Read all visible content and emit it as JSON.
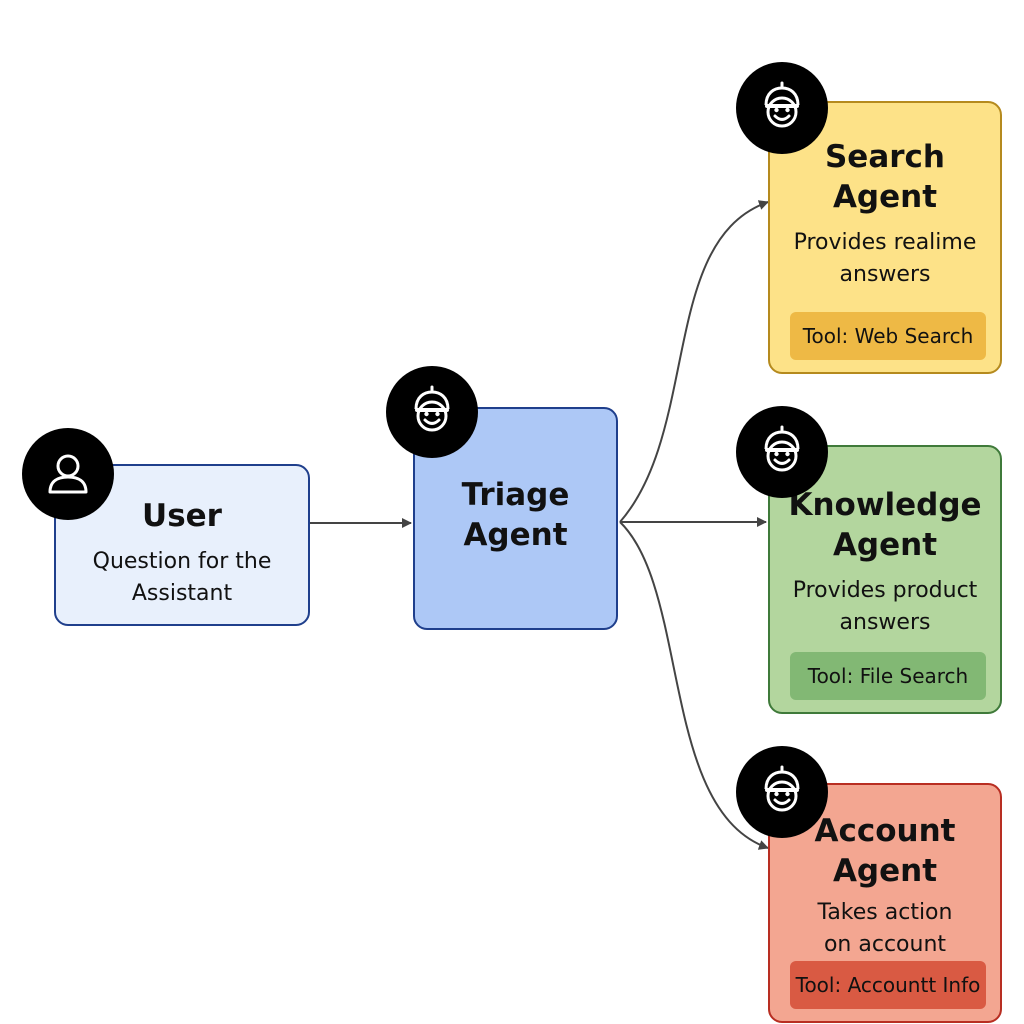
{
  "nodes": {
    "user": {
      "title": "User",
      "description": "Question for the\nAssistant",
      "icon": "user-icon"
    },
    "triage": {
      "title": "Triage\nAgent",
      "icon": "agent-robot-icon"
    },
    "search": {
      "title": "Search\nAgent",
      "description": "Provides realime\nanswers",
      "tool": "Tool: Web Search",
      "icon": "agent-robot-icon"
    },
    "knowledge": {
      "title": "Knowledge\nAgent",
      "description": "Provides product\nanswers",
      "tool": "Tool: File Search",
      "icon": "agent-robot-icon"
    },
    "account": {
      "title": "Account\nAgent",
      "description": "Takes action\non account",
      "tool": "Tool: Accountt Info",
      "icon": "agent-robot-icon"
    }
  },
  "colors": {
    "user_fill": "#e8f0fc",
    "triage_fill": "#adc8f6",
    "search_fill": "#fde288",
    "knowledge_fill": "#b3d69e",
    "account_fill": "#f3a691",
    "connector": "#444444",
    "avatar": "#000000"
  },
  "edges": [
    {
      "from": "user",
      "to": "triage"
    },
    {
      "from": "triage",
      "to": "search"
    },
    {
      "from": "triage",
      "to": "knowledge"
    },
    {
      "from": "triage",
      "to": "account"
    }
  ]
}
